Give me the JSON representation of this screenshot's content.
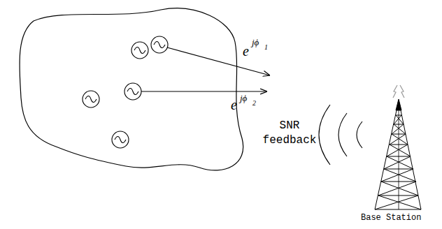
{
  "diagram": {
    "labels": [
      "e",
      "jϕ",
      "1",
      "e",
      "jϕ",
      "2",
      "SNR feedback",
      "Base Station"
    ]
  }
}
